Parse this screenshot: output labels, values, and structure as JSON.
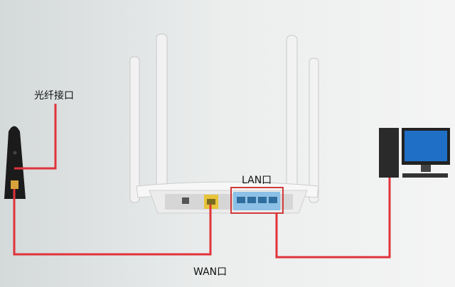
{
  "labels": {
    "fiber_port": "光纤接口",
    "lan_port": "LAN口",
    "wan_port": "WAN口"
  },
  "colors": {
    "cable": "#e0333a",
    "wan_port": "#e8c43a",
    "lan_port": "#5a9ed6"
  }
}
